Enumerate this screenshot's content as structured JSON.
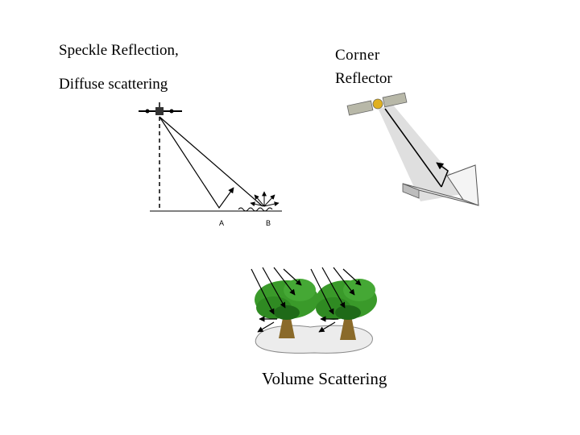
{
  "labels": {
    "speckle_line1": "Speckle Reflection,",
    "speckle_line2": "Diffuse scattering",
    "corner_line1": "Corner",
    "corner_line2": "Reflector",
    "volume": "Volume Scattering"
  },
  "diagram": {
    "point_a": "A",
    "point_b": "B"
  },
  "colors": {
    "foliage": "#3a9a2a",
    "foliage_dark": "#1f6a18",
    "trunk": "#8a6a2a",
    "beam": "#d0d0d0",
    "ground": "#e8e8e8"
  },
  "icons": [
    "satellite-icon",
    "satellite-icon",
    "tree-icon",
    "tree-icon",
    "corner-reflector-icon"
  ]
}
